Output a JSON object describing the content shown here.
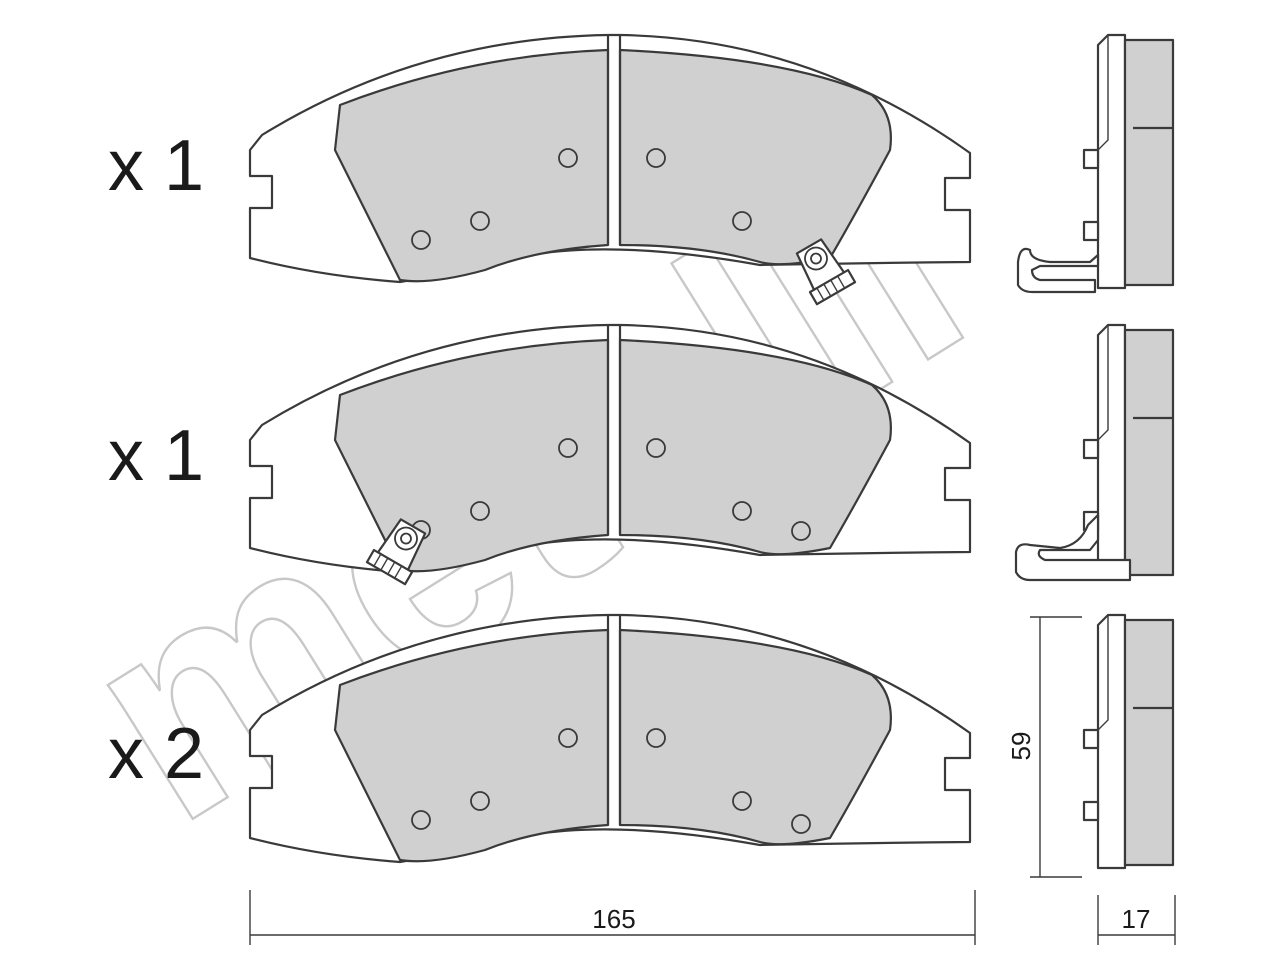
{
  "brand": {
    "watermark": "metelli",
    "accent_color": "#d0d0d0",
    "line_color": "#3a3a3a"
  },
  "quantities": [
    "x 1",
    "x 1",
    "x 2"
  ],
  "dimensions": {
    "width": "165",
    "height": "59",
    "thickness": "17"
  }
}
